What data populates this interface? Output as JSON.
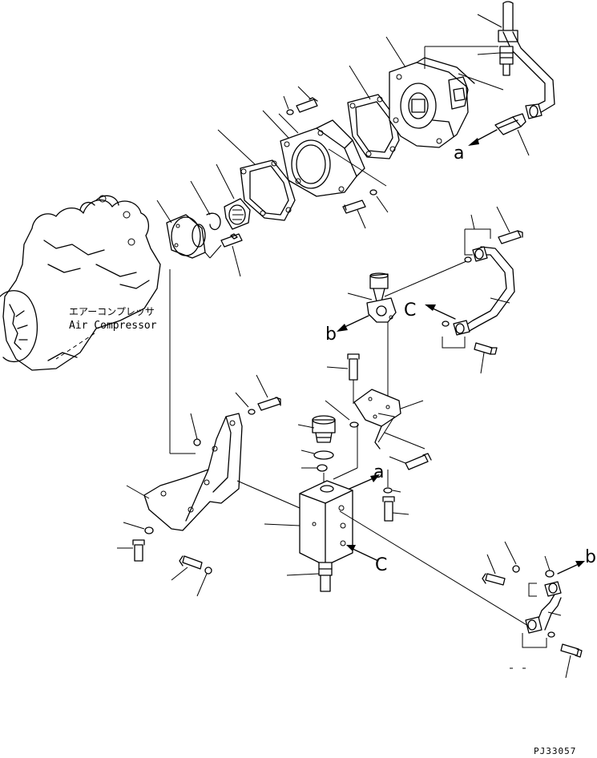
{
  "labels": {
    "compressor_jp": "エアーコンプレッサ",
    "compressor_en": "Air Compressor",
    "drawing_code": "PJ33057"
  },
  "refs": {
    "a": "a",
    "b": "b",
    "c": "C"
  }
}
